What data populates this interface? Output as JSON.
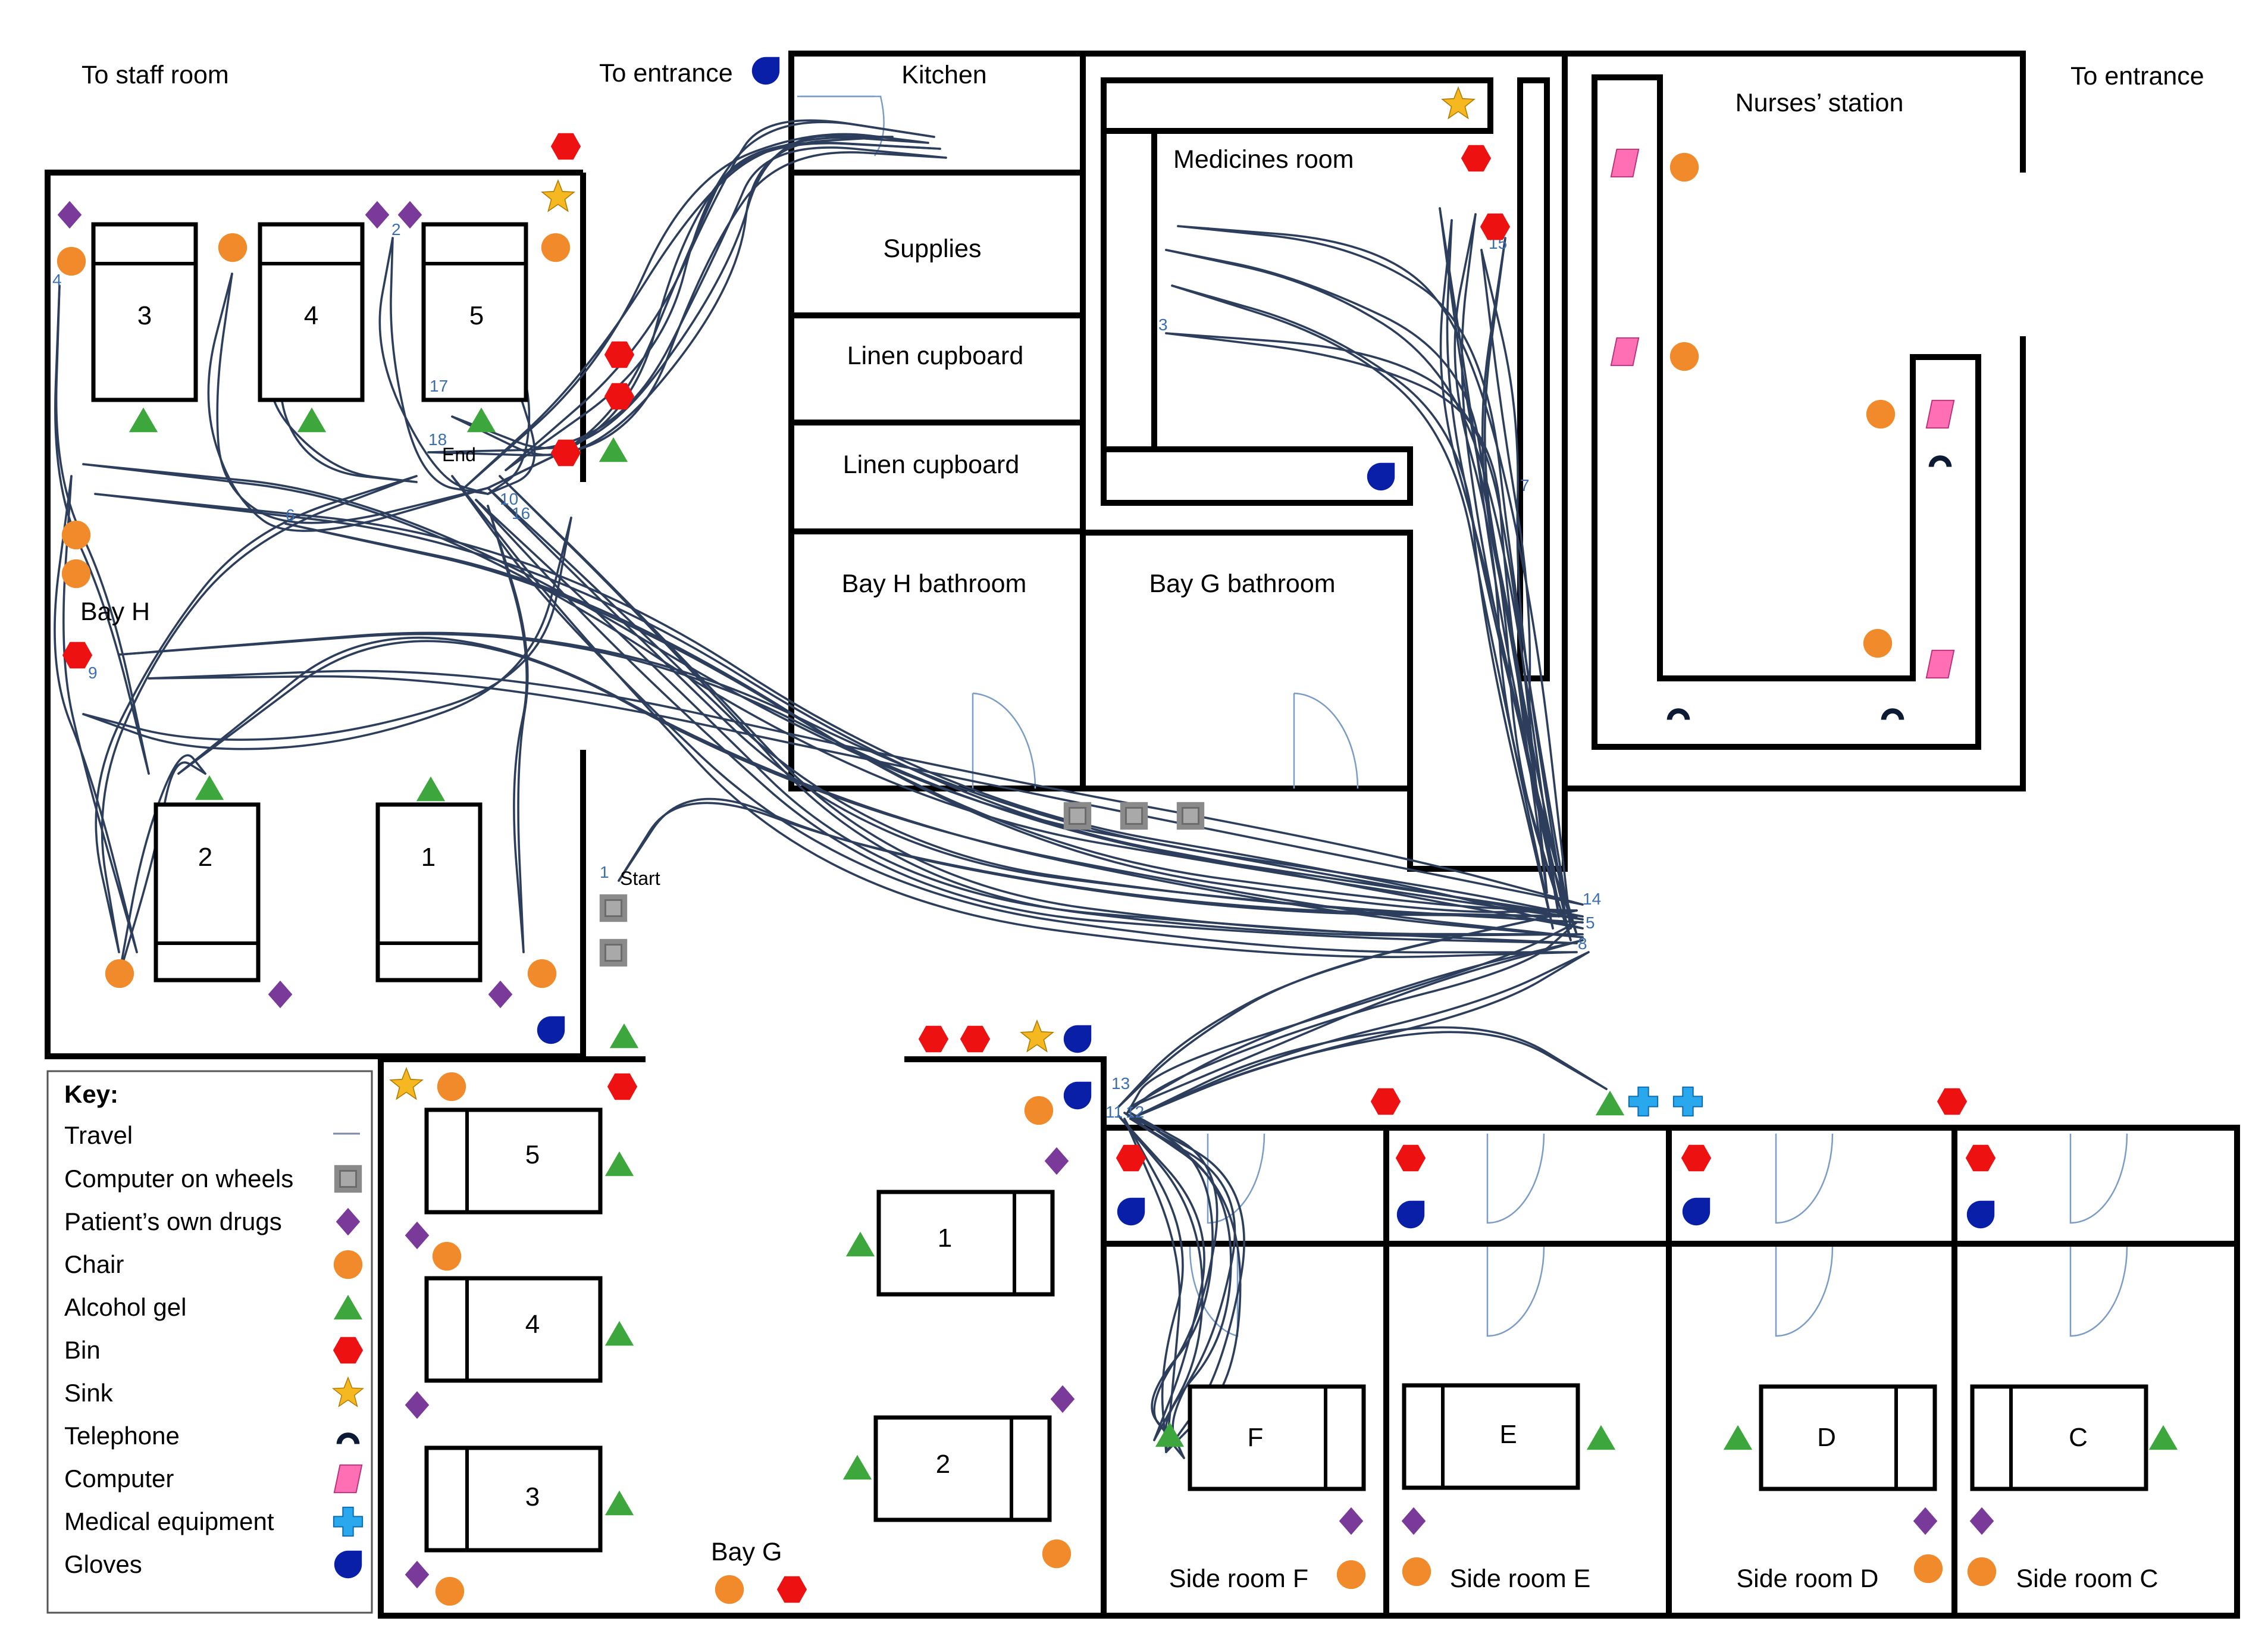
{
  "colors": {
    "computer_on_wheels": "#8a8a8a",
    "patients_own_drugs": "#7a3a9a",
    "chair": "#f08a2a",
    "alcohol_gel": "#3da63d",
    "bin": "#ee1111",
    "sink": "#f5b820",
    "telephone": "#0d1a33",
    "computer": "#ff6fb4",
    "medical_equipment": "#2aa8ee",
    "gloves": "#0a1fa8",
    "travel": "#2c3e5c"
  },
  "labels": {
    "to_staff_room": "To staff room",
    "to_entrance_top": "To entrance",
    "to_entrance_right": "To entrance",
    "kitchen": "Kitchen",
    "supplies": "Supplies",
    "linen_cupboard_1": "Linen cupboard",
    "linen_cupboard_2": "Linen cupboard",
    "bay_h_bathroom": "Bay H bathroom",
    "bay_g_bathroom": "Bay G bathroom",
    "medicines_room": "Medicines room",
    "nurses_station": "Nurses’ station",
    "bay_h": "Bay H",
    "bay_g": "Bay G",
    "start": "Start",
    "end": "End",
    "side_room_f": "Side room F",
    "side_room_e": "Side room E",
    "side_room_d": "Side room D",
    "side_room_c": "Side room C"
  },
  "beds": {
    "h3": "3",
    "h4": "4",
    "h5": "5",
    "h2": "2",
    "h1": "1",
    "g5": "5",
    "g4": "4",
    "g3": "3",
    "g1": "1",
    "g2": "2",
    "f": "F",
    "e": "E",
    "d": "D",
    "c": "C"
  },
  "step_markers": [
    "1",
    "2",
    "3",
    "4",
    "5",
    "6",
    "7",
    "8",
    "9",
    "10",
    "11",
    "12",
    "13",
    "14",
    "15",
    "16",
    "17",
    "18"
  ],
  "key": {
    "title": "Key:",
    "items": [
      {
        "label": "Travel",
        "icon": "travel-line-icon"
      },
      {
        "label": "Computer on wheels",
        "icon": "computer-on-wheels-icon"
      },
      {
        "label": "Patient’s own drugs",
        "icon": "patients-own-drugs-icon"
      },
      {
        "label": "Chair",
        "icon": "chair-icon"
      },
      {
        "label": "Alcohol gel",
        "icon": "alcohol-gel-icon"
      },
      {
        "label": "Bin",
        "icon": "bin-icon"
      },
      {
        "label": "Sink",
        "icon": "sink-icon"
      },
      {
        "label": "Telephone",
        "icon": "telephone-icon"
      },
      {
        "label": "Computer",
        "icon": "computer-icon"
      },
      {
        "label": "Medical equipment",
        "icon": "medical-equipment-icon"
      },
      {
        "label": "Gloves",
        "icon": "gloves-icon"
      }
    ]
  }
}
